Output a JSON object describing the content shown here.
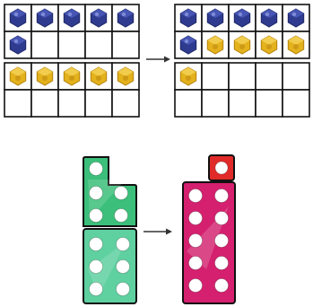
{
  "colors": {
    "frame_border": "#111111",
    "frame_bg": "#ffffff",
    "blue_cube": "#2f3b8f",
    "blue_cube_dark": "#1e2766",
    "yellow_cube": "#e3b21c",
    "yellow_cube_dark": "#b3820f",
    "green_light": "#3bbf7a",
    "green_dark": "#1f8f4f",
    "teal_light": "#5fd0a0",
    "teal_dark": "#3a9c78",
    "magenta": "#d4206e",
    "magenta_dark": "#a3144f",
    "red": "#e02a2a",
    "arrow": "#333333"
  },
  "ten_frames": {
    "before_top": [
      "blue",
      "blue",
      "blue",
      "blue",
      "blue",
      "blue",
      "",
      "",
      "",
      ""
    ],
    "before_bottom": [
      "yellow",
      "yellow",
      "yellow",
      "yellow",
      "yellow",
      "",
      "",
      "",
      "",
      ""
    ],
    "after_top": [
      "blue",
      "blue",
      "blue",
      "blue",
      "blue",
      "blue",
      "yellow",
      "yellow",
      "yellow",
      "yellow"
    ],
    "after_bottom": [
      "yellow",
      "",
      "",
      "",
      "",
      "",
      "",
      "",
      "",
      ""
    ]
  },
  "numicon": {
    "before": [
      "six",
      "five"
    ],
    "after": [
      "ten",
      "one"
    ]
  },
  "icons": {
    "arrow": "right-arrow-icon",
    "blue": "blue-cube-icon",
    "yellow": "yellow-cube-icon"
  }
}
